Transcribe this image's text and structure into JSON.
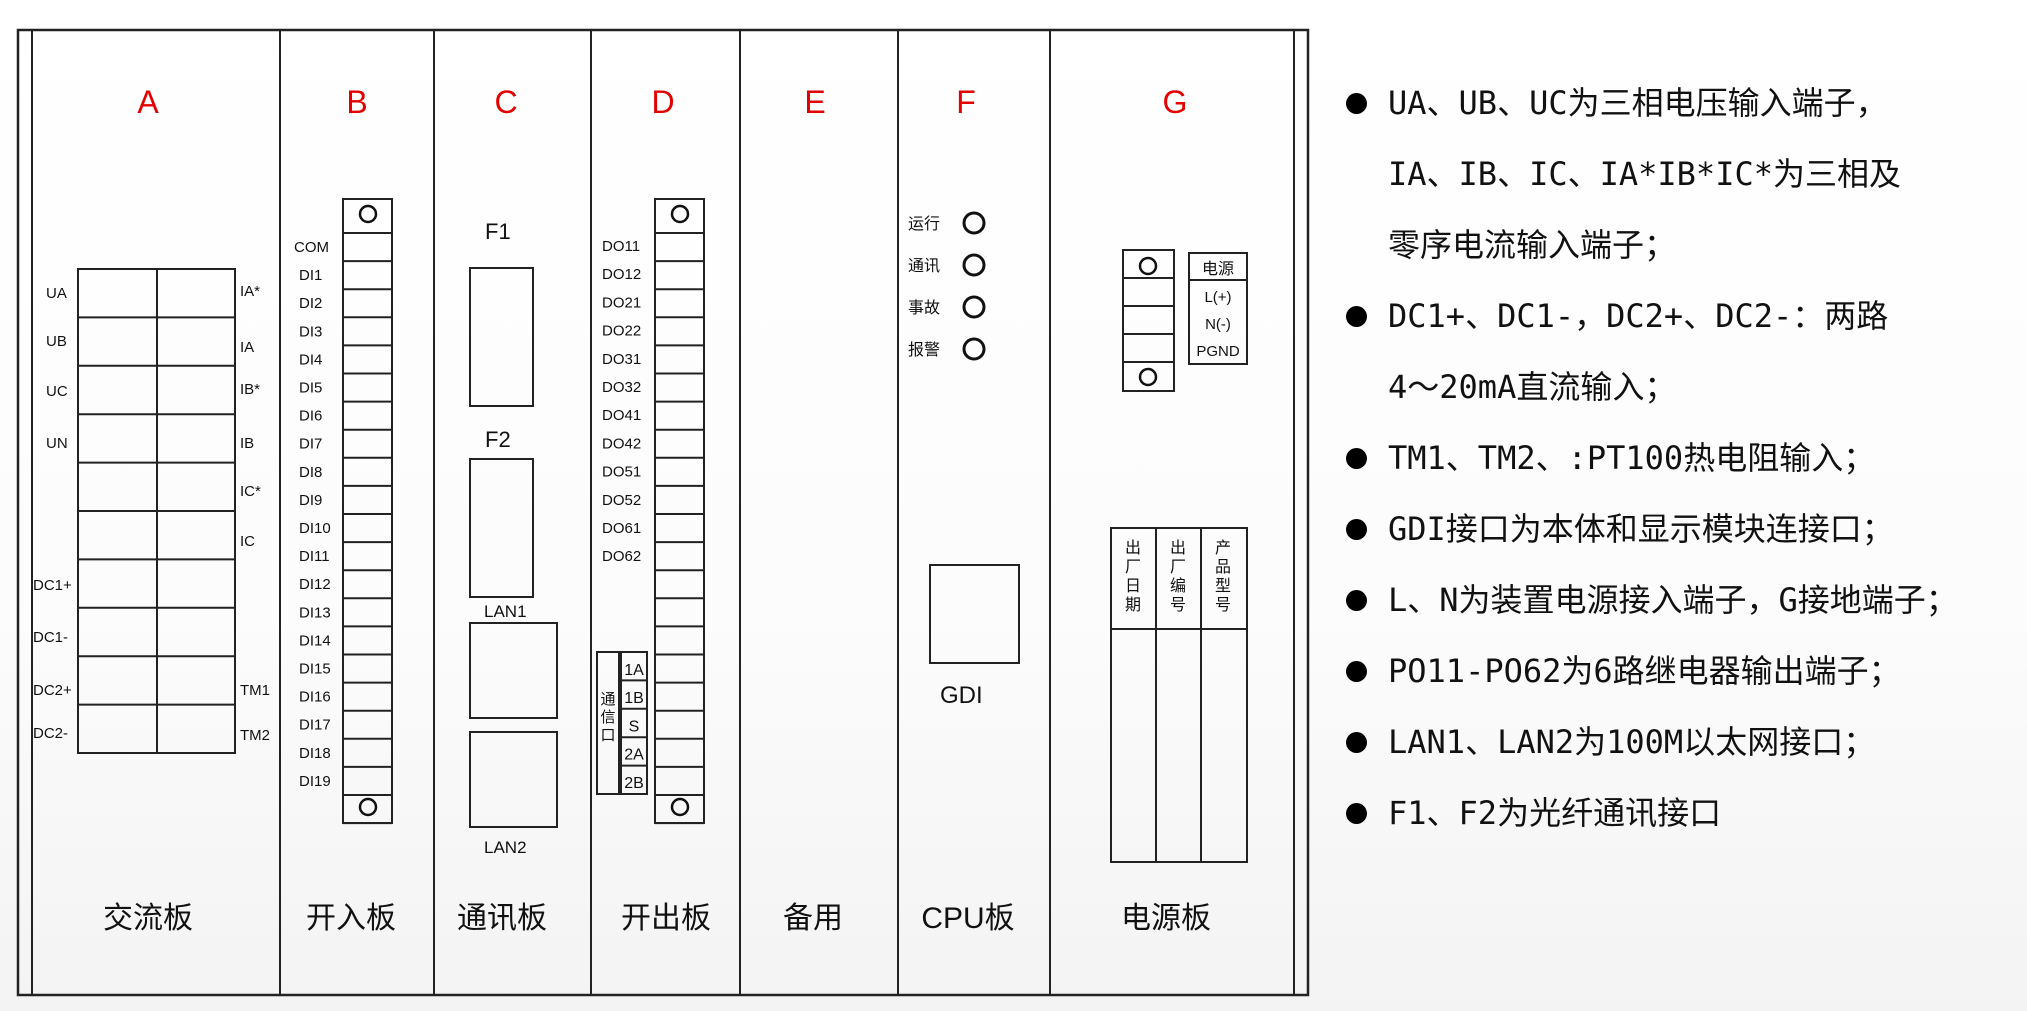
{
  "boards": [
    {
      "letter": "A",
      "name": "交流板"
    },
    {
      "letter": "B",
      "name": "开入板"
    },
    {
      "letter": "C",
      "name": "通讯板"
    },
    {
      "letter": "D",
      "name": "开出板"
    },
    {
      "letter": "E",
      "name": "备用"
    },
    {
      "letter": "F",
      "name": "CPU板"
    },
    {
      "letter": "G",
      "name": "电源板"
    }
  ],
  "ac_board": {
    "left_labels": [
      "UA",
      "UB",
      "UC",
      "UN",
      "DC1+",
      "DC1-",
      "DC2+",
      "DC2-"
    ],
    "right_labels": [
      "IA*",
      "IA",
      "IB*",
      "IB",
      "IC*",
      "IC",
      "TM1",
      "TM2"
    ]
  },
  "di_board": {
    "labels": [
      "COM",
      "DI1",
      "DI2",
      "DI3",
      "DI4",
      "DI5",
      "DI6",
      "DI7",
      "DI8",
      "DI9",
      "DI10",
      "DI11",
      "DI12",
      "DI13",
      "DI14",
      "DI15",
      "DI16",
      "DI17",
      "DI18",
      "DI19"
    ]
  },
  "comm_board": {
    "labels": [
      "F1",
      "F2",
      "LAN1",
      "LAN2"
    ]
  },
  "do_board": {
    "labels": [
      "DO11",
      "DO12",
      "DO21",
      "DO22",
      "DO31",
      "DO32",
      "DO41",
      "DO42",
      "DO51",
      "DO52",
      "DO61",
      "DO62"
    ],
    "comm_port_label": "通信口",
    "comm_terminals": [
      "1A",
      "1B",
      "S",
      "2A",
      "2B"
    ]
  },
  "cpu_board": {
    "leds": [
      "运行",
      "通讯",
      "事故",
      "报警"
    ],
    "gdi_label": "GDI"
  },
  "power_board": {
    "terminal_title": "电源",
    "terminals": [
      "L(+)",
      "N(-)",
      "PGND"
    ],
    "nameplate": [
      "出厂日期",
      "出厂编号",
      "产品型号"
    ]
  },
  "notes": [
    [
      "UA、UB、UC为三相电压输入端子，",
      "IA、IB、IC、IA*IB*IC*为三相及",
      "零序电流输入端子；"
    ],
    [
      "DC1+、DC1-，DC2+、DC2-：两路",
      "4～20mA直流输入；"
    ],
    [
      "TM1、TM2、:PT100热电阻输入；"
    ],
    [
      "GDI接口为本体和显示模块连接口；"
    ],
    [
      "L、N为装置电源接入端子，G接地端子；"
    ],
    [
      "PO11-PO62为6路继电器输出端子；"
    ],
    [
      "LAN1、LAN2为100M以太网接口；"
    ],
    [
      "F1、F2为光纤通讯接口"
    ]
  ]
}
